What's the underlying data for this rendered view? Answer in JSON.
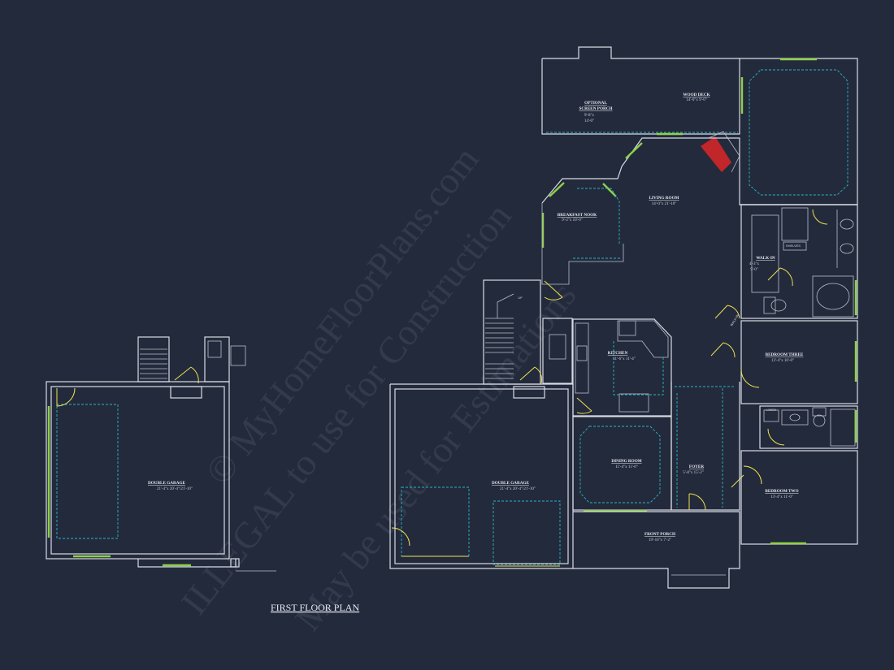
{
  "plan_title": "FIRST FLOOR PLAN",
  "watermark": {
    "line1": "© MyHomeFloorPlans.com",
    "line2": "ILLEGAL to use for Construction",
    "line3": "May be used for Estimations"
  },
  "rooms": {
    "screen_porch": {
      "name": "OPTIONAL SCREEN PORCH",
      "name1": "OPTIONAL",
      "name2": "SCREEN PORCH",
      "dim1": "9'-8\"x",
      "dim2": "14'-0\""
    },
    "wood_deck": {
      "name": "WOOD DECK",
      "dim": "14'-0\"x 9'-0\""
    },
    "living_room": {
      "name": "LIVING ROOM",
      "dim": "14'-0\"x 21'-10\""
    },
    "breakfast_nook": {
      "name": "BREAKFAST NOOK",
      "dim": "9'-2\"x 10'-0\""
    },
    "walk_in_master": {
      "name": "WALK-IN",
      "dim1": "4'-3\"x",
      "dim2": "9'-0\""
    },
    "walk_in_hall": {
      "name": "WALK-IN"
    },
    "kitchen": {
      "name": "KITCHEN",
      "dim": "11'-6\"x 11'-4\""
    },
    "bedroom_three": {
      "name": "BEDROOM THREE",
      "dim": "13'-4\"x 10'-0\""
    },
    "dining_room": {
      "name": "DINING ROOM",
      "dim": "11'-4\"x 11'-0\""
    },
    "foyer": {
      "name": "FOYER",
      "dim": "5'-8\"x 15'-2\""
    },
    "bedroom_two": {
      "name": "BEDROOM TWO",
      "dim": "13'-4\"x 11'-0\""
    },
    "double_garage_main": {
      "name": "DOUBLE GARAGE",
      "dim": "21'-4\"x 20'-4\"/21'-10\""
    },
    "double_garage_alt": {
      "name": "DOUBLE GARAGE",
      "dim": "21'-4\"x 20'-4\"/21'-10\""
    },
    "front_porch": {
      "name": "FRONT PORCH",
      "dim": "19'-10\"x 7'-2\""
    }
  },
  "fixtures": {
    "shelves": "SHELVES",
    "linen": "LINEN",
    "up": "UP"
  },
  "colors": {
    "background": "#232a3c",
    "walls": "#d8dce4",
    "dashed_lines": "#27b7c4",
    "windows": "#8fd04a",
    "doors": "#f0e050",
    "fireplace": "#c0262a"
  }
}
